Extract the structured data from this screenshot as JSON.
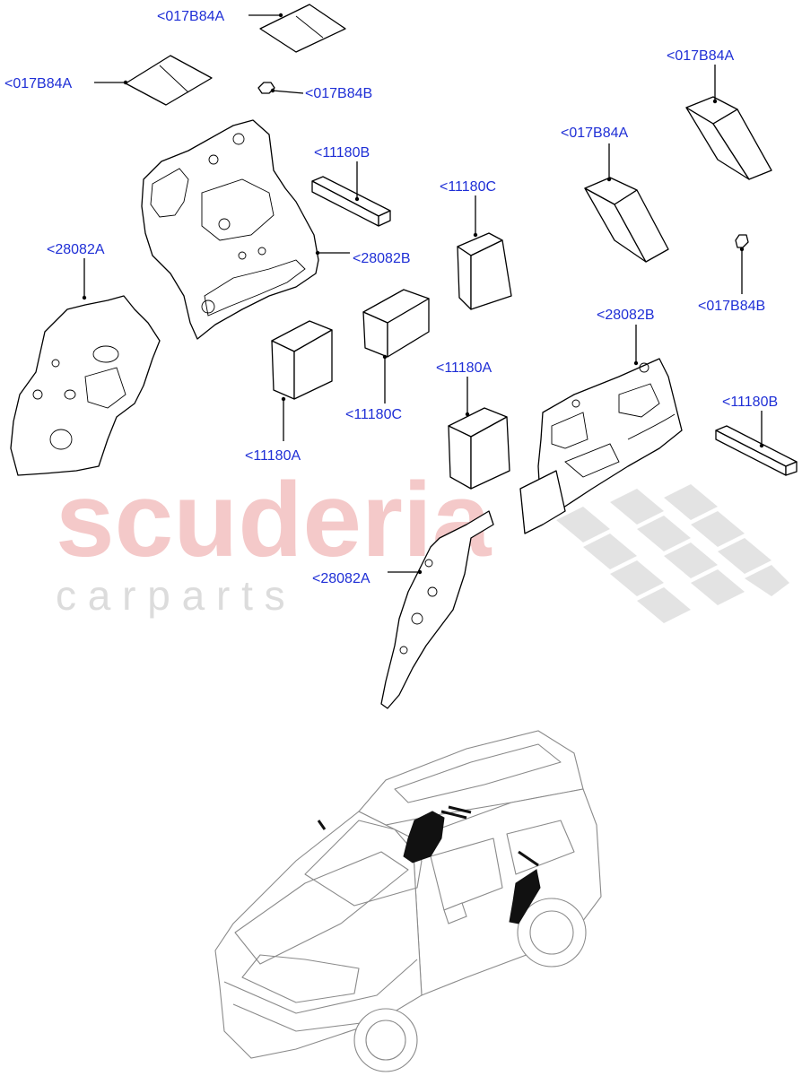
{
  "watermark": {
    "brand": "scuderia",
    "tagline": "c a r   p a r t s"
  },
  "callouts": {
    "c017B84A_top": "<017B84A",
    "c017B84A_left": "<017B84A",
    "c017B84B_left": "<017B84B",
    "c11180B_mid": "<11180B",
    "c11180C_mid": "<11180C",
    "c017B84A_mid": "<017B84A",
    "c017B84A_right": "<017B84A",
    "c28082A_left": "<28082A",
    "c28082B_mid": "<28082B",
    "c11180C_low": "<11180C",
    "c11180A_left": "<11180A",
    "c017B84B_right": "<017B84B",
    "c28082B_right": "<28082B",
    "c11180A_mid": "<11180A",
    "c11180B_right": "<11180B",
    "c28082A_low": "<28082A"
  },
  "colors": {
    "callout_text": "#1f2fd6",
    "watermark_red": "#f4c9c9",
    "watermark_grey": "#dcdcdc"
  }
}
